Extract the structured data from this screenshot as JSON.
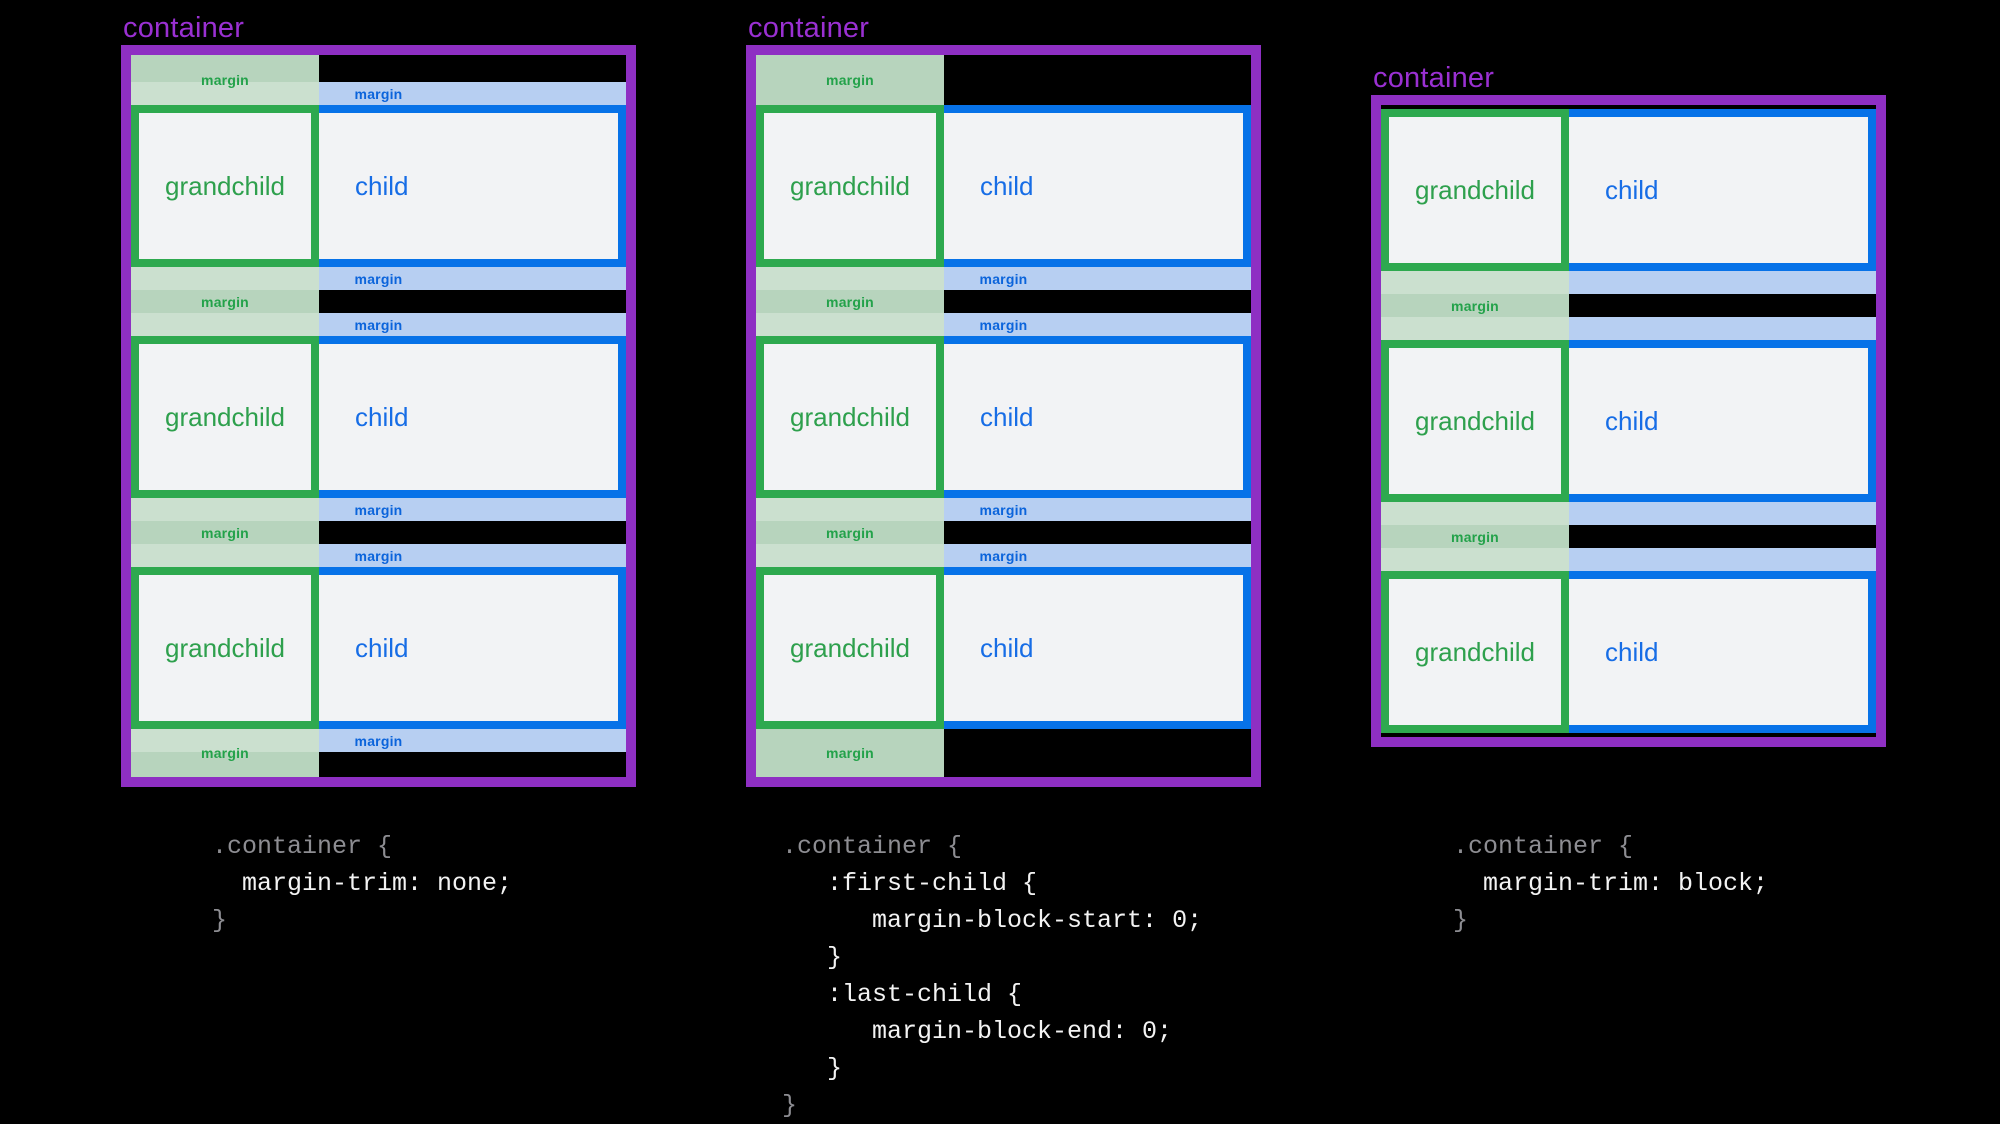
{
  "figure": {
    "margin_label": "margin",
    "grandchild_label": "grandchild",
    "child_label": "child",
    "rows_per_container": 3
  },
  "colors": {
    "background": "#000000",
    "container_border": "#8E2FC3",
    "container_label_text": "#9A30D2",
    "grandchild_border": "#2EA94F",
    "grandchild_text": "#2EA04D",
    "grandchild_margin_over_black": "#B7D4BD",
    "grandchild_margin_over_blue": "#CBE0CF",
    "grandchild_margin_label_text": "#23A24A",
    "child_border": "#0772E8",
    "child_text": "#176DE6",
    "child_margin_fill": "#B7CFF2",
    "child_margin_label_text": "#0B64DB",
    "box_fill": "#F2F3F5",
    "code_dim": "#8D8D92",
    "code_bright": "#F3F3F3"
  },
  "diagrams": [
    {
      "name": "margin-trim-none",
      "container_label": "container",
      "top_gap": "collapsed-with-child",
      "bottom_gap": "collapsed-with-child",
      "sibling_gap_blue_labels": true,
      "code": [
        {
          "text": ".container {",
          "tone": "dim"
        },
        {
          "text": "  margin-trim: none;",
          "tone": "bright"
        },
        {
          "text": "}",
          "tone": "dim"
        }
      ]
    },
    {
      "name": "first-and-last-child-margins-zeroed",
      "container_label": "container",
      "top_gap": "grandchild-only",
      "bottom_gap": "grandchild-only",
      "sibling_gap_blue_labels": true,
      "code": [
        {
          "text": ".container {",
          "tone": "dim"
        },
        {
          "text": "   :first-child {",
          "tone": "bright"
        },
        {
          "text": "      margin-block-start: 0;",
          "tone": "bright"
        },
        {
          "text": "   }",
          "tone": "bright"
        },
        {
          "text": "   :last-child {",
          "tone": "bright"
        },
        {
          "text": "      margin-block-end: 0;",
          "tone": "bright"
        },
        {
          "text": "   }",
          "tone": "bright"
        },
        {
          "text": "}",
          "tone": "dim"
        }
      ]
    },
    {
      "name": "margin-trim-block",
      "container_label": "container",
      "top_gap": "trimmed",
      "bottom_gap": "trimmed",
      "sibling_gap_blue_labels": false,
      "code": [
        {
          "text": ".container {",
          "tone": "dim"
        },
        {
          "text": "  margin-trim: block;",
          "tone": "bright"
        },
        {
          "text": "}",
          "tone": "dim"
        }
      ]
    }
  ]
}
